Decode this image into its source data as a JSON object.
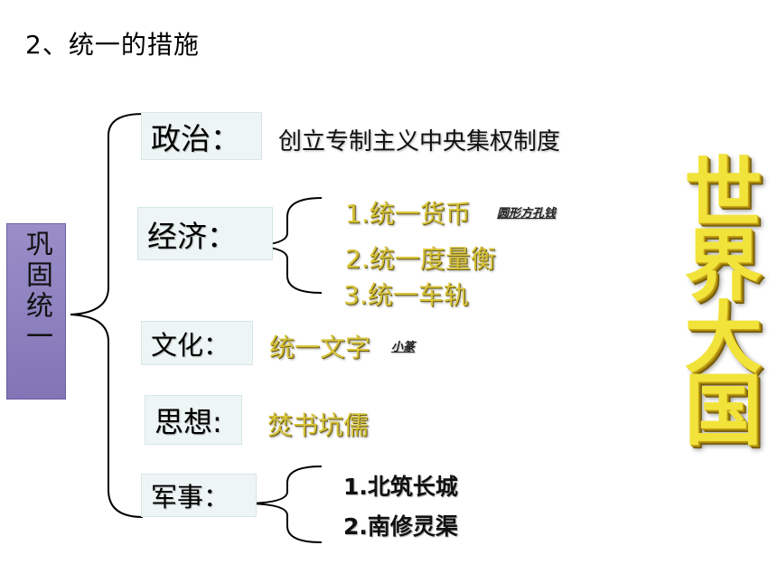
{
  "title": "2、统一的措施",
  "root": "巩固统一",
  "categories": {
    "politics": {
      "label": "政治：",
      "items": [
        "创立专制主义中央集权制度"
      ]
    },
    "economy": {
      "label": "经济：",
      "items": [
        "1.统一货币",
        "2.统一度量衡",
        "3.统一车轨"
      ],
      "note": "圆形方孔钱"
    },
    "culture": {
      "label": "文化：",
      "items": [
        "统一文字"
      ],
      "note": "小篆"
    },
    "thought": {
      "label": "思想:",
      "items": [
        "焚书坑儒"
      ]
    },
    "military": {
      "label": "军事：",
      "items": [
        "1.北筑长城",
        "2.南修灵渠"
      ]
    }
  },
  "big_text": "世界大国",
  "colors": {
    "root_box": "#8a7ec0",
    "gold_text": "#d8c43a",
    "big_text": "#f2e33a",
    "category_box": "#eef5f5"
  }
}
